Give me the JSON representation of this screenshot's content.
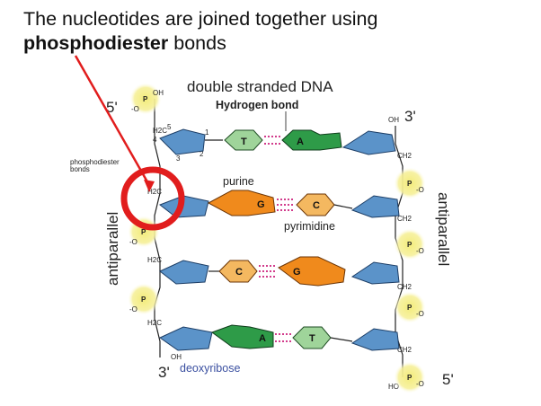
{
  "heading": {
    "line1": "The nucleotides are joined together using",
    "bold_word": "phosphodiester",
    "line2_rest": "bonds"
  },
  "labels": {
    "double_stranded": "double stranded DNA",
    "hydrogen_bond": "Hydrogen bond",
    "phosphodiester_bonds_1": "phosphodiester",
    "phosphodiester_bonds_2": "bonds",
    "purine": "purine",
    "pyrimidine": "pyrimidine",
    "deoxyribose": "deoxyribose",
    "antiparallel_left": "antiparallel",
    "antiparallel_right": "antiparallel",
    "five_prime_top": "5'",
    "three_prime_top": "3'",
    "three_prime_bottom": "3'",
    "five_prime_bottom": "5'",
    "oh_top_right": "OH",
    "oh_bottom_left": "OH",
    "ho_bottom_right": "HO",
    "ch2": "CH2",
    "h2c": "H2C",
    "phosphorus": "P",
    "oxygen": "O",
    "oxygen_minus": "-O",
    "oh_phosphate": "OH",
    "carbon_numbers": [
      "5",
      "4",
      "3",
      "2",
      "1"
    ]
  },
  "base_pairs": [
    {
      "left": "T",
      "right": "A"
    },
    {
      "left": "G",
      "right": "C"
    },
    {
      "left": "C",
      "right": "G"
    },
    {
      "left": "A",
      "right": "T"
    }
  ],
  "colors": {
    "sugar": "#5b93c9",
    "thymine": "#9fd49a",
    "adenine": "#2e9b48",
    "guanine": "#f08a1c",
    "cytosine": "#f4b860",
    "phosphate_glow": "#f3ec7a",
    "highlight_red": "#e11d1d",
    "hbond_pink": "#d23c8c"
  }
}
